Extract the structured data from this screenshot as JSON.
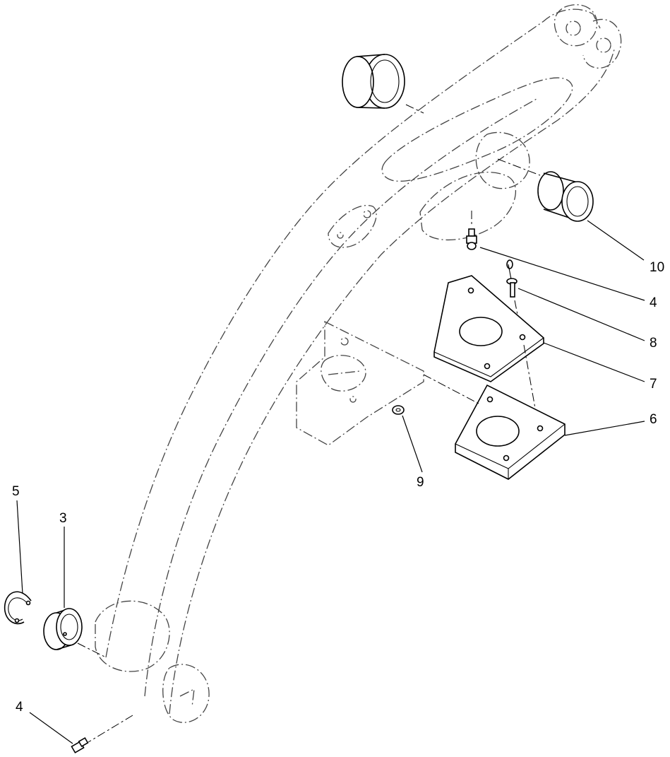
{
  "callouts": [
    {
      "id": "c10",
      "text": "10"
    },
    {
      "id": "c4a",
      "text": "4"
    },
    {
      "id": "c8",
      "text": "8"
    },
    {
      "id": "c7",
      "text": "7"
    },
    {
      "id": "c6",
      "text": "6"
    },
    {
      "id": "c9",
      "text": "9"
    },
    {
      "id": "c5",
      "text": "5"
    },
    {
      "id": "c3",
      "text": "3"
    },
    {
      "id": "c4b",
      "text": "4"
    }
  ],
  "colors": {
    "line": "#000000",
    "phantom": "#444444",
    "background": "#ffffff"
  }
}
